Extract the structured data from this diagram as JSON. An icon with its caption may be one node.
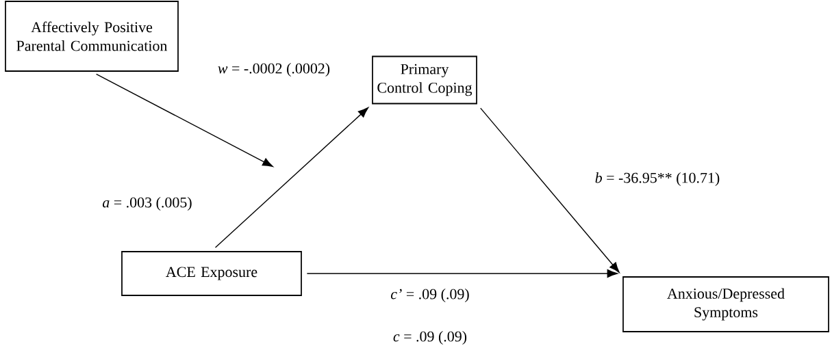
{
  "diagram": {
    "nodes": [
      {
        "text": [
          "Affectively Positive Parental Communication"
        ]
      },
      {
        "text": [
          "Primary Control Coping"
        ]
      },
      {
        "text": [
          "ACE Exposure"
        ]
      },
      {
        "text": [
          "Anxious/Depressed Symptoms"
        ]
      }
    ],
    "edges": [
      {
        "from": 0,
        "to": null,
        "arrow": "to",
        "label": "*w* = -.0002 (.0002)"
      },
      {
        "from": 2,
        "to": 1,
        "arrow": "to",
        "label": "*a* = .003 (.005)"
      },
      {
        "from": 1,
        "to": 3,
        "arrow": "to",
        "label": "*b* = -36.95** (10.71)"
      },
      {
        "from": 2,
        "to": 3,
        "arrow": "to",
        "label": "*c’* = .09 (.09)"
      }
    ],
    "labels": [
      "*c* = .09 (.09)"
    ]
  }
}
